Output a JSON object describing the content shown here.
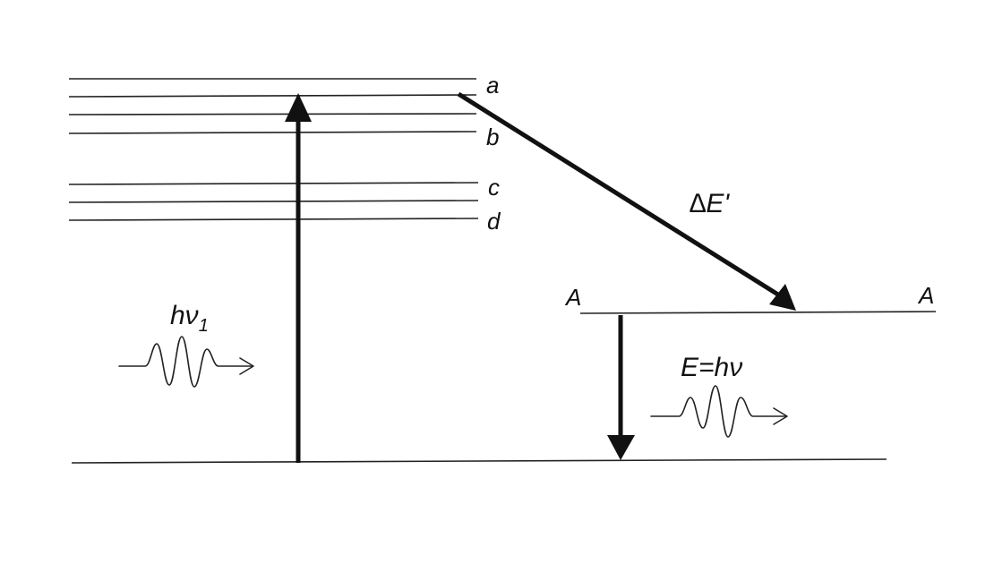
{
  "levels": {
    "a": "a",
    "b": "b",
    "c": "c",
    "d": "d",
    "A_left": "A",
    "A_right": "A"
  },
  "absorption": {
    "symbol": "hν",
    "subscript": "1"
  },
  "transition": {
    "label": "∆E'"
  },
  "emission": {
    "label": "E=hν"
  },
  "colors": {
    "ink": "#111111",
    "background": "#ffffff"
  }
}
